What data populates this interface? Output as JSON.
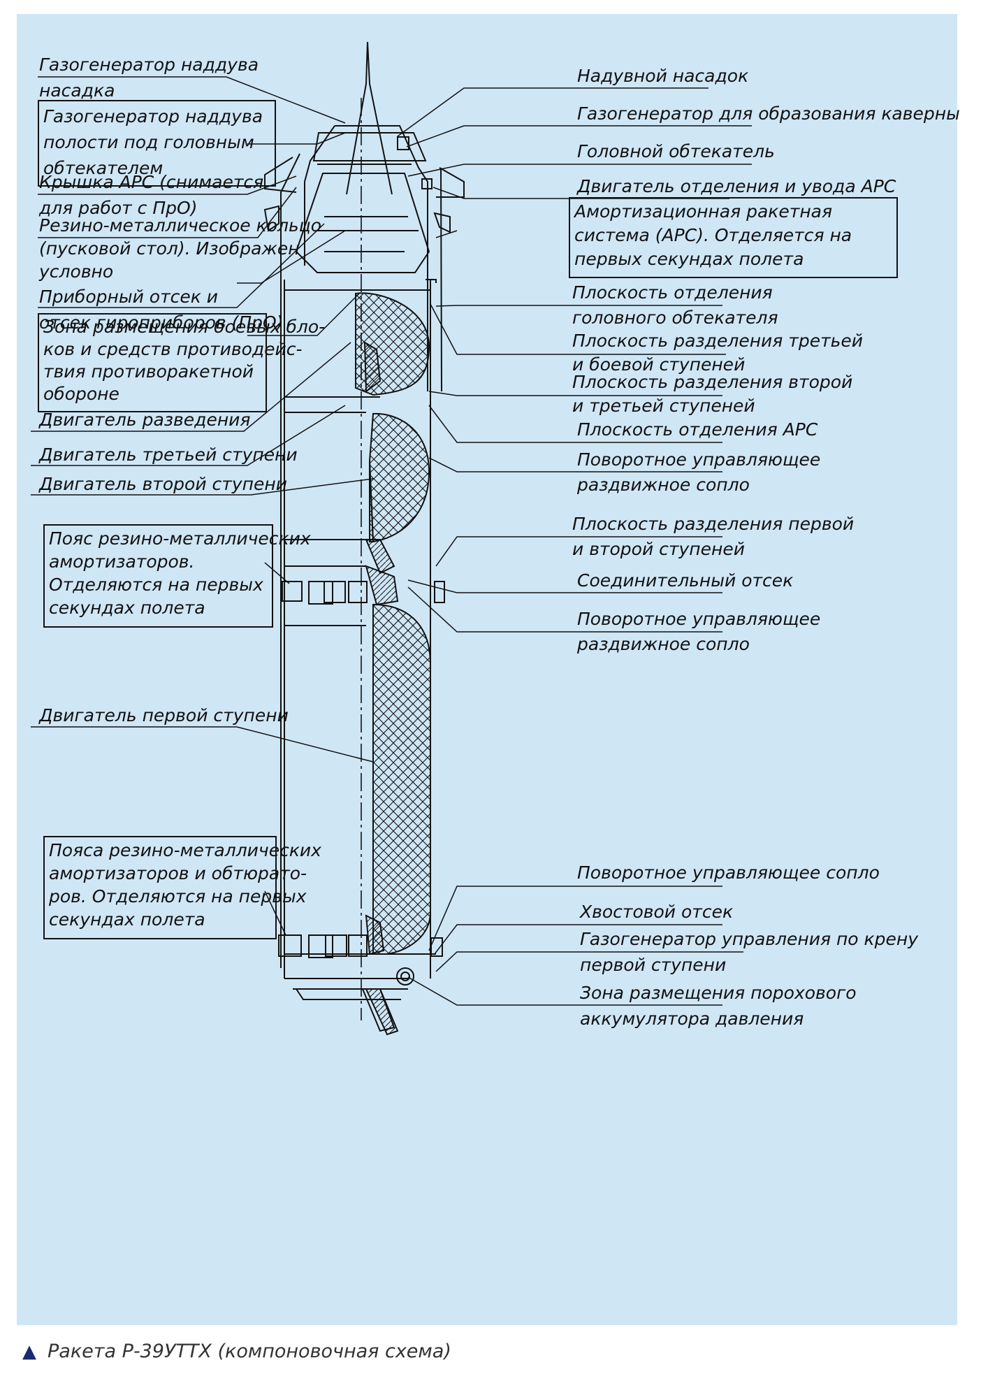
{
  "labels_left": [
    {
      "id": "gas-gen-nozzle",
      "lines": [
        "Газогенератор наддува",
        "насадка"
      ]
    },
    {
      "id": "gas-gen-cavity",
      "lines": [
        "Газогенератор наддува",
        "полости под головным",
        "обтекателем"
      ],
      "boxed": true
    },
    {
      "id": "ars-cover",
      "lines": [
        "Крышка АРС (снимается",
        "для работ с ПрО)"
      ]
    },
    {
      "id": "rubber-ring",
      "lines": [
        "Резино-металлическое кольцо",
        "(пусковой стол). Изображен",
        "условно"
      ]
    },
    {
      "id": "instrument-bay",
      "lines": [
        "Приборный отсек и",
        "отсек гироприборов (ПрО)"
      ]
    },
    {
      "id": "warhead-zone",
      "lines": [
        "Зона размещения боевых бло-",
        "ков и средств противодейс-",
        "твия противоракетной",
        "обороне"
      ],
      "boxed": true
    },
    {
      "id": "bus-engine",
      "lines": [
        "Двигатель разведения"
      ]
    },
    {
      "id": "third-stage-engine",
      "lines": [
        "Двигатель третьей ступени"
      ]
    },
    {
      "id": "second-stage-engine",
      "lines": [
        "Двигатель второй ступени"
      ]
    },
    {
      "id": "shock-absorber-belt",
      "lines": [
        "Пояс резино-металлических",
        "амортизаторов.",
        "Отделяются на первых",
        "секундах полета"
      ],
      "boxed": true
    },
    {
      "id": "first-stage-engine",
      "lines": [
        "Двигатель первой ступени"
      ]
    },
    {
      "id": "absorber-belts",
      "lines": [
        "Пояса резино-металлических",
        "амортизаторов и обтюрато-",
        "ров. Отделяются на первых",
        "секундах полета"
      ],
      "boxed": true
    }
  ],
  "labels_right": [
    {
      "id": "aerospike",
      "lines": [
        "Надувной насадок"
      ]
    },
    {
      "id": "cavity-gas-gen",
      "lines": [
        "Газогенератор для образования каверны"
      ]
    },
    {
      "id": "nose-fairing",
      "lines": [
        "Головной обтекатель"
      ]
    },
    {
      "id": "ars-motor",
      "lines": [
        "Двигатель отделения и увода АРС"
      ]
    },
    {
      "id": "ars-system",
      "lines": [
        "Амортизационная ракетная",
        "система (АРС). Отделяется на",
        "первых секундах полета"
      ],
      "boxed": true
    },
    {
      "id": "fairing-sep-plane",
      "lines": [
        "Плоскость отделения",
        "головного обтекателя"
      ]
    },
    {
      "id": "stage3-warhead-sep",
      "lines": [
        "Плоскость разделения третьей",
        "и боевой ступеней"
      ]
    },
    {
      "id": "stage2-3-sep",
      "lines": [
        "Плоскость разделения второй",
        "и третьей ступеней"
      ]
    },
    {
      "id": "ars-sep-plane",
      "lines": [
        "Плоскость отделения АРС"
      ]
    },
    {
      "id": "nozzle-upper",
      "lines": [
        "Поворотное управляющее",
        "раздвижное сопло"
      ]
    },
    {
      "id": "stage1-2-sep",
      "lines": [
        "Плоскость разделения первой",
        "и второй ступеней"
      ]
    },
    {
      "id": "connecting-bay",
      "lines": [
        "Соединительный отсек"
      ]
    },
    {
      "id": "nozzle-middle",
      "lines": [
        "Поворотное управляющее",
        "раздвижное сопло"
      ]
    },
    {
      "id": "nozzle-lower",
      "lines": [
        "Поворотное управляющее сопло"
      ]
    },
    {
      "id": "tail-bay",
      "lines": [
        "Хвостовой отсек"
      ]
    },
    {
      "id": "roll-gas-gen",
      "lines": [
        "Газогенератор управления по крену",
        "первой ступени"
      ]
    },
    {
      "id": "powder-accumulator",
      "lines": [
        "Зона размещения порохового",
        "аккумулятора давления"
      ]
    }
  ],
  "caption": {
    "marker": "▲",
    "text": "Ракета Р-39УТТХ (компоновочная схема)"
  },
  "colors": {
    "panel_bg": "#cfe6f5",
    "line": "#111111",
    "caption_marker": "#1a2a6e",
    "caption_text": "#333333"
  }
}
